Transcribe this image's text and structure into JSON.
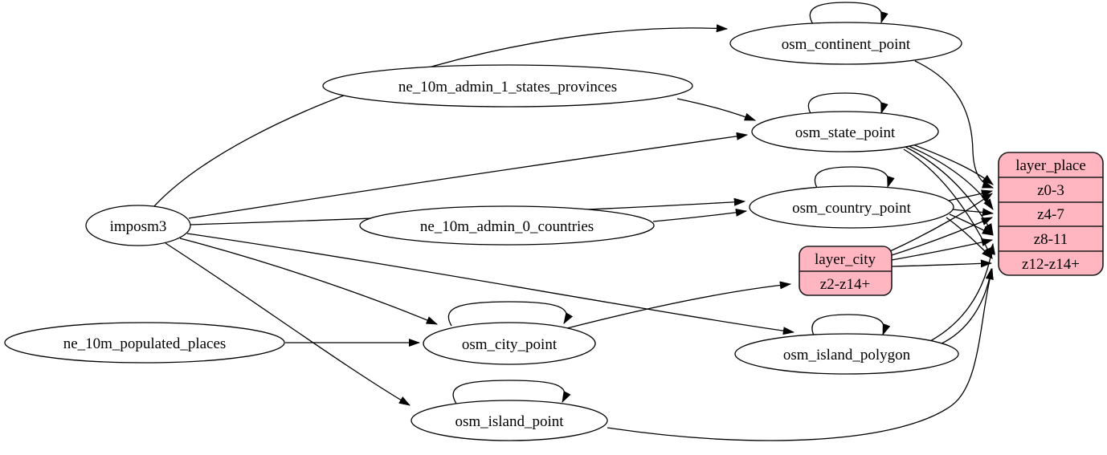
{
  "diagram": {
    "kind": "etl-graph",
    "colors": {
      "layer_fill": "#ffb6c1",
      "table_fill": "#ffffff",
      "edge_stroke": "#000000",
      "background": "#ffffff"
    },
    "nodes": {
      "imposm3": {
        "label": "imposm3"
      },
      "ne_10m_admin_1_states_provinces": {
        "label": "ne_10m_admin_1_states_provinces"
      },
      "ne_10m_admin_0_countries": {
        "label": "ne_10m_admin_0_countries"
      },
      "ne_10m_populated_places": {
        "label": "ne_10m_populated_places"
      },
      "osm_continent_point": {
        "label": "osm_continent_point"
      },
      "osm_state_point": {
        "label": "osm_state_point"
      },
      "osm_country_point": {
        "label": "osm_country_point"
      },
      "osm_city_point": {
        "label": "osm_city_point"
      },
      "osm_island_polygon": {
        "label": "osm_island_polygon"
      },
      "osm_island_point": {
        "label": "osm_island_point"
      },
      "layer_city": {
        "header": "layer_city",
        "rows": [
          "z2-z14+"
        ]
      },
      "layer_place": {
        "header": "layer_place",
        "rows": [
          "z0-3",
          "z4-7",
          "z8-11",
          "z12-z14+"
        ]
      }
    },
    "edges": [
      {
        "from": "imposm3",
        "to": "osm_continent_point"
      },
      {
        "from": "imposm3",
        "to": "osm_state_point"
      },
      {
        "from": "imposm3",
        "to": "osm_country_point"
      },
      {
        "from": "imposm3",
        "to": "osm_city_point"
      },
      {
        "from": "imposm3",
        "to": "osm_island_polygon"
      },
      {
        "from": "imposm3",
        "to": "osm_island_point"
      },
      {
        "from": "ne_10m_admin_1_states_provinces",
        "to": "osm_state_point"
      },
      {
        "from": "ne_10m_admin_0_countries",
        "to": "osm_country_point"
      },
      {
        "from": "ne_10m_populated_places",
        "to": "osm_city_point"
      },
      {
        "from": "osm_continent_point",
        "to": "osm_continent_point"
      },
      {
        "from": "osm_state_point",
        "to": "osm_state_point"
      },
      {
        "from": "osm_country_point",
        "to": "osm_country_point"
      },
      {
        "from": "osm_city_point",
        "to": "osm_city_point"
      },
      {
        "from": "osm_island_polygon",
        "to": "osm_island_polygon"
      },
      {
        "from": "osm_island_point",
        "to": "osm_island_point"
      },
      {
        "from": "osm_city_point",
        "to": "layer_city:z2-z14+"
      },
      {
        "from": "osm_continent_point",
        "to": "layer_place:z0-3"
      },
      {
        "from": "osm_state_point",
        "to": "layer_place:z0-3"
      },
      {
        "from": "osm_state_point",
        "to": "layer_place:z4-7"
      },
      {
        "from": "osm_state_point",
        "to": "layer_place:z8-11"
      },
      {
        "from": "osm_state_point",
        "to": "layer_place:z12-z14+"
      },
      {
        "from": "osm_country_point",
        "to": "layer_place:z0-3"
      },
      {
        "from": "osm_country_point",
        "to": "layer_place:z4-7"
      },
      {
        "from": "osm_country_point",
        "to": "layer_place:z8-11"
      },
      {
        "from": "osm_country_point",
        "to": "layer_place:z12-z14+"
      },
      {
        "from": "layer_city",
        "to": "layer_place:z0-3"
      },
      {
        "from": "layer_city",
        "to": "layer_place:z4-7"
      },
      {
        "from": "layer_city",
        "to": "layer_place:z8-11"
      },
      {
        "from": "layer_city",
        "to": "layer_place:z12-z14+"
      },
      {
        "from": "osm_island_polygon",
        "to": "layer_place:z8-11"
      },
      {
        "from": "osm_island_polygon",
        "to": "layer_place:z12-z14+"
      },
      {
        "from": "osm_island_point",
        "to": "layer_place:z12-z14+"
      }
    ]
  }
}
